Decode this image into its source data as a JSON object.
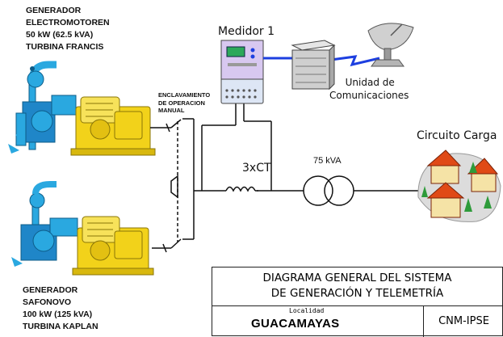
{
  "generators": [
    {
      "name": "GENERADOR",
      "location": "ELECTROMOTOREN",
      "power": "50 kW (62.5 kVA)",
      "turbine": "TURBINA  FRANCIS"
    },
    {
      "name": "GENERADOR",
      "location": "SAFONOVO",
      "power": "100 kW (125 kVA)",
      "turbine": "TURBINA KAPLAN"
    }
  ],
  "interlock": {
    "line1": "ENCLAVAMIENTO",
    "line2": "DE OPERACION",
    "line3": "MANUAL"
  },
  "meter": {
    "label": "Medidor 1"
  },
  "comm_unit": {
    "line1": "Unidad de",
    "line2": "Comunicaciones"
  },
  "ct": {
    "label": "3xCT"
  },
  "transformer": {
    "label": "75 kVA"
  },
  "load": {
    "label": "Circuito Carga"
  },
  "title_block": {
    "title_line1": "DIAGRAMA GENERAL DEL SISTEMA",
    "title_line2": "DE GENERACIÓN Y TELEMETRÍA",
    "location_label": "Localidad",
    "location_value": "GUACAMAYAS",
    "code": "CNM-IPSE"
  },
  "colors": {
    "wire": "#111111",
    "link": "#1d3fe0",
    "turbine": "#2aa8e0",
    "generator": "#f2d21a",
    "house_roof": "#e04a16",
    "house_wall": "#f5e3a6",
    "tree": "#2e9b3a"
  }
}
